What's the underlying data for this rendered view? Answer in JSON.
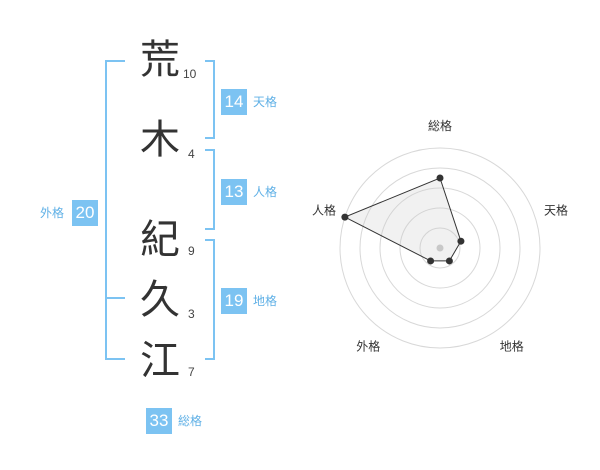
{
  "name_chars": [
    {
      "char": "荒",
      "strokes": "10"
    },
    {
      "char": "木",
      "strokes": "4"
    },
    {
      "char": "紀",
      "strokes": "9"
    },
    {
      "char": "久",
      "strokes": "3"
    },
    {
      "char": "江",
      "strokes": "7"
    }
  ],
  "fortune": {
    "tenkaku": {
      "value": "14",
      "label": "天格"
    },
    "jinkaku": {
      "value": "13",
      "label": "人格"
    },
    "chikaku": {
      "value": "19",
      "label": "地格"
    },
    "gaikaku": {
      "value": "20",
      "label": "外格"
    },
    "soukaku": {
      "value": "33",
      "label": "総格"
    }
  },
  "colors": {
    "accent": "#7cc3f2",
    "text": "#333333"
  },
  "chart_data": {
    "type": "radar",
    "axes": [
      "総格",
      "天格",
      "地格",
      "外格",
      "人格"
    ],
    "levels": 5,
    "values": [
      3.5,
      1.1,
      0.8,
      0.8,
      5
    ]
  }
}
